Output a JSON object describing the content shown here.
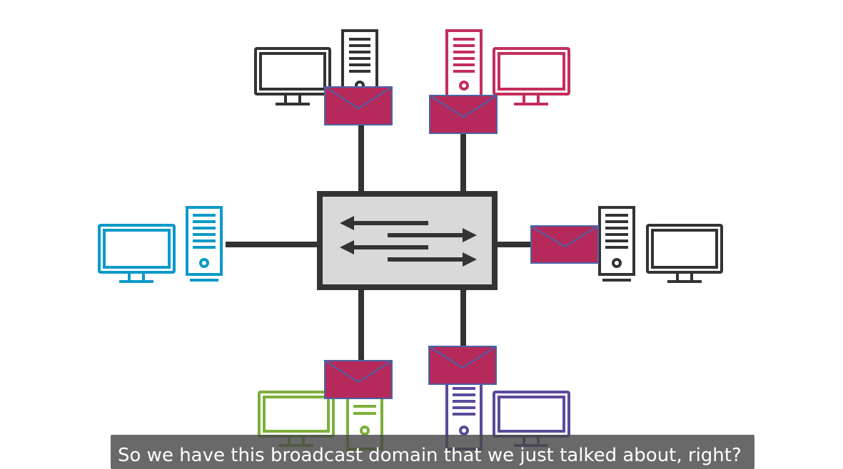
{
  "caption": "So we have this broadcast domain that we just talked about, right?",
  "colors": {
    "link": "#333333",
    "switch_fill": "#d9d9d9",
    "switch_border": "#333333",
    "envelope_fill": "#b52a5b",
    "envelope_border": "#4a63a8"
  },
  "hosts": [
    {
      "id": "top-left",
      "color": "#333333",
      "has_envelope": true
    },
    {
      "id": "top-right",
      "color": "#c42e5c",
      "has_envelope": true
    },
    {
      "id": "left",
      "color": "#0b9ac8",
      "has_envelope": false
    },
    {
      "id": "right",
      "color": "#333333",
      "has_envelope": true
    },
    {
      "id": "bottom-left",
      "color": "#7cb03a",
      "has_envelope": true
    },
    {
      "id": "bottom-right",
      "color": "#5b4a9c",
      "has_envelope": true
    }
  ]
}
